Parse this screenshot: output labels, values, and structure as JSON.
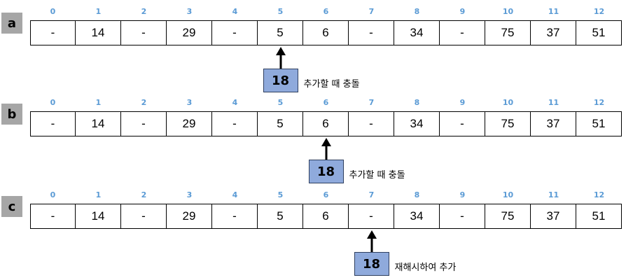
{
  "indices": [
    "0",
    "1",
    "2",
    "3",
    "4",
    "5",
    "6",
    "7",
    "8",
    "9",
    "10",
    "11",
    "12"
  ],
  "panels": [
    {
      "label": "a",
      "cells": [
        "-",
        "14",
        "-",
        "29",
        "-",
        "5",
        "6",
        "-",
        "34",
        "-",
        "75",
        "37",
        "51"
      ],
      "key": "18",
      "target_index": 5,
      "note": "추가할 때 충돌"
    },
    {
      "label": "b",
      "cells": [
        "-",
        "14",
        "-",
        "29",
        "-",
        "5",
        "6",
        "-",
        "34",
        "-",
        "75",
        "37",
        "51"
      ],
      "key": "18",
      "target_index": 6,
      "note": "추가할 때 충돌"
    },
    {
      "label": "c",
      "cells": [
        "-",
        "14",
        "-",
        "29",
        "-",
        "5",
        "6",
        "-",
        "34",
        "-",
        "75",
        "37",
        "51"
      ],
      "key": "18",
      "target_index": 7,
      "note": "재해시하여 추가"
    }
  ],
  "colors": {
    "index_text": "#5b9bd5",
    "label_bg": "#a6a6a6",
    "key_box": "#8faadc"
  }
}
